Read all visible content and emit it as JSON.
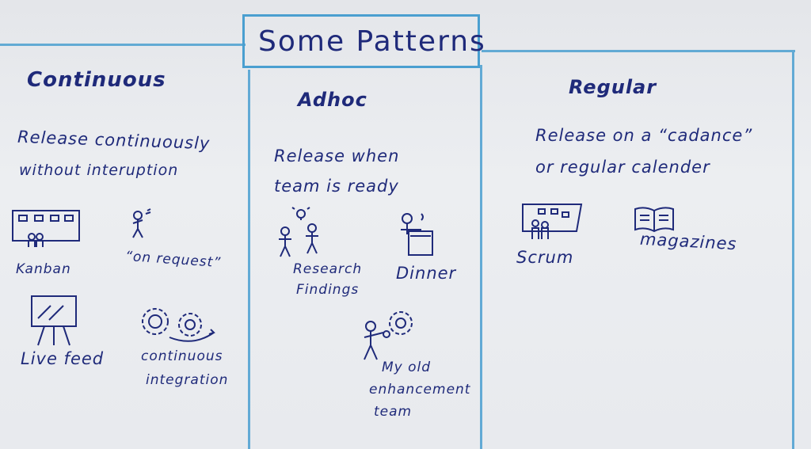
{
  "title": "Some Patterns",
  "colors": {
    "ink": "#1f2a7a",
    "frame": "#4a9fd0",
    "paper": "#e8eaee"
  },
  "columns": [
    {
      "heading": "Continuous",
      "description": [
        "Release continuously",
        "without interuption"
      ],
      "examples": [
        {
          "label": "Kanban",
          "icon": "kanban-board-icon"
        },
        {
          "label": "“on request”",
          "icon": "person-request-icon"
        },
        {
          "label": "Live feed",
          "icon": "screen-easel-icon"
        },
        {
          "label": "continuous",
          "label2": "integration",
          "icon": "gears-icon"
        }
      ]
    },
    {
      "heading": "Adhoc",
      "description": [
        "Release when",
        "team is ready"
      ],
      "examples": [
        {
          "label": "Research",
          "label2": "Findings",
          "icon": "people-idea-icon"
        },
        {
          "label": "Dinner",
          "icon": "person-stove-icon"
        },
        {
          "label": "My old",
          "label2": "enhancement",
          "label3": "team",
          "icon": "person-gear-icon"
        }
      ]
    },
    {
      "heading": "Regular",
      "description": [
        "Release on a “cadance”",
        "or regular calender"
      ],
      "examples": [
        {
          "label": "Scrum",
          "icon": "scrum-board-icon"
        },
        {
          "label": "magazines",
          "icon": "magazine-icon"
        }
      ]
    }
  ]
}
